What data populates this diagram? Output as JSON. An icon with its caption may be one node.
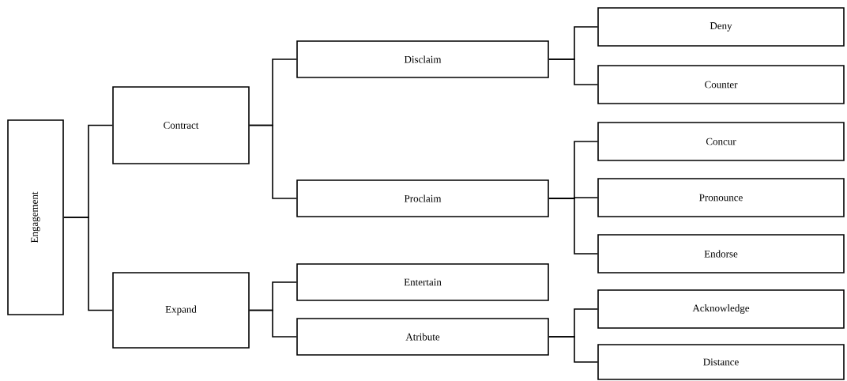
{
  "diagram": {
    "nodes": [
      {
        "text": [
          "Engagement"
        ]
      },
      {
        "text": [
          "Contract"
        ]
      },
      {
        "text": [
          "Expand"
        ]
      },
      {
        "text": [
          "Disclaim"
        ]
      },
      {
        "text": [
          "Proclaim"
        ]
      },
      {
        "text": [
          "Entertain"
        ]
      },
      {
        "text": [
          "Atribute"
        ]
      },
      {
        "text": [
          "Deny"
        ]
      },
      {
        "text": [
          "Counter"
        ]
      },
      {
        "text": [
          "Concur"
        ]
      },
      {
        "text": [
          "Pronounce"
        ]
      },
      {
        "text": [
          "Endorse"
        ]
      },
      {
        "text": [
          "Acknowledge"
        ]
      },
      {
        "text": [
          "Distance"
        ]
      }
    ],
    "edges": [
      {
        "from": 0,
        "to": 1,
        "arrow": "none"
      },
      {
        "from": 0,
        "to": 2,
        "arrow": "none"
      },
      {
        "from": 1,
        "to": 3,
        "arrow": "none"
      },
      {
        "from": 1,
        "to": 4,
        "arrow": "none"
      },
      {
        "from": 2,
        "to": 5,
        "arrow": "none"
      },
      {
        "from": 2,
        "to": 6,
        "arrow": "none"
      },
      {
        "from": 3,
        "to": 7,
        "arrow": "none"
      },
      {
        "from": 3,
        "to": 8,
        "arrow": "none"
      },
      {
        "from": 4,
        "to": 9,
        "arrow": "none"
      },
      {
        "from": 4,
        "to": 10,
        "arrow": "none"
      },
      {
        "from": 4,
        "to": 11,
        "arrow": "none"
      },
      {
        "from": 6,
        "to": 12,
        "arrow": "none"
      },
      {
        "from": 6,
        "to": 13,
        "arrow": "none"
      }
    ]
  }
}
